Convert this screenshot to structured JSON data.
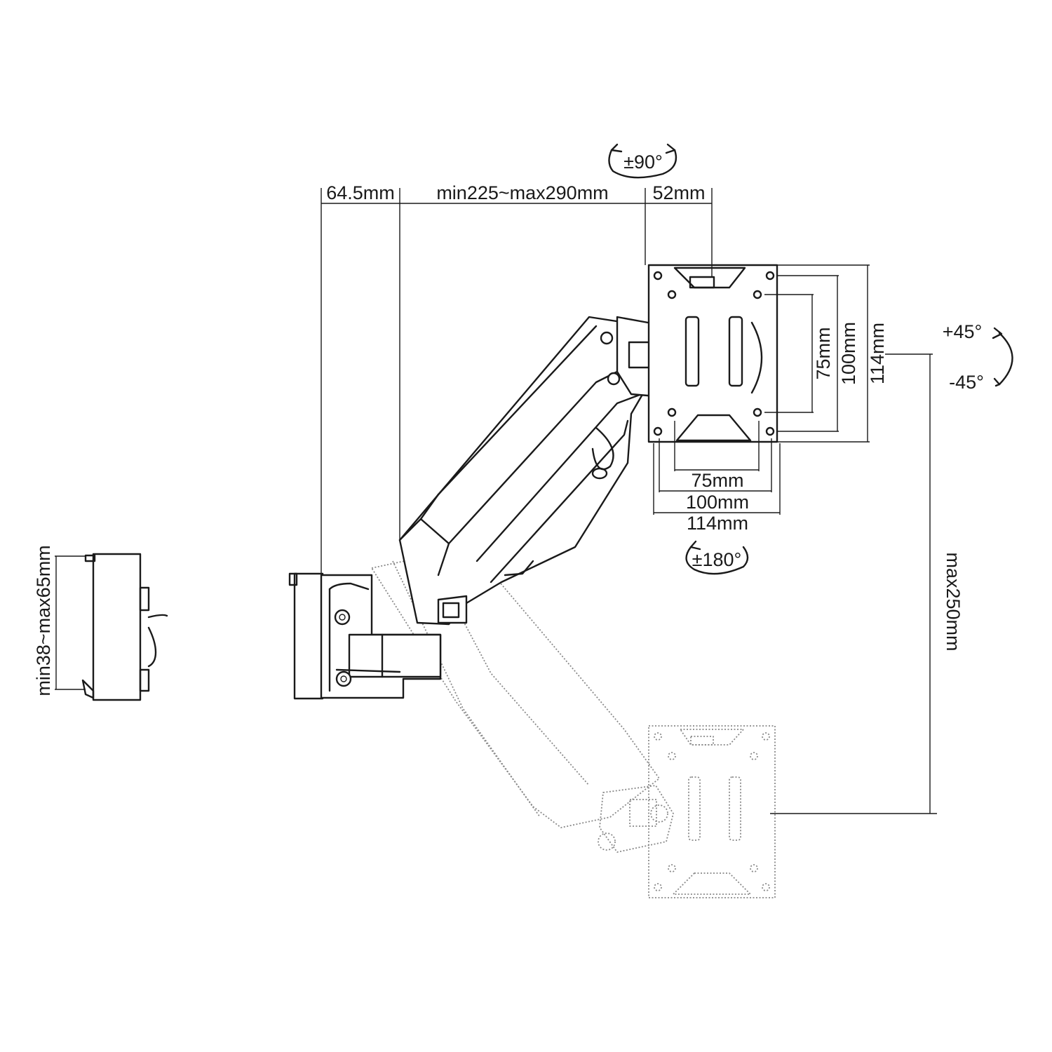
{
  "labels": {
    "tilt": "±90°",
    "rotate": "±180°",
    "swivel_plus": "+45°",
    "swivel_minus": "-45°",
    "depth_clamp": "64.5mm",
    "arm_reach": "min225~max290mm",
    "head_depth": "52mm",
    "vesa_v75": "75mm",
    "vesa_v100": "100mm",
    "plate_h114": "114mm",
    "vesa_h75": "75mm",
    "vesa_h100": "100mm",
    "plate_w114": "114mm",
    "height_range": "max250mm",
    "desk_thickness": "min38~max65mm"
  },
  "colors": {
    "ink": "#1a1a1a",
    "ghost": "#8a8a8a",
    "background": "#ffffff"
  }
}
